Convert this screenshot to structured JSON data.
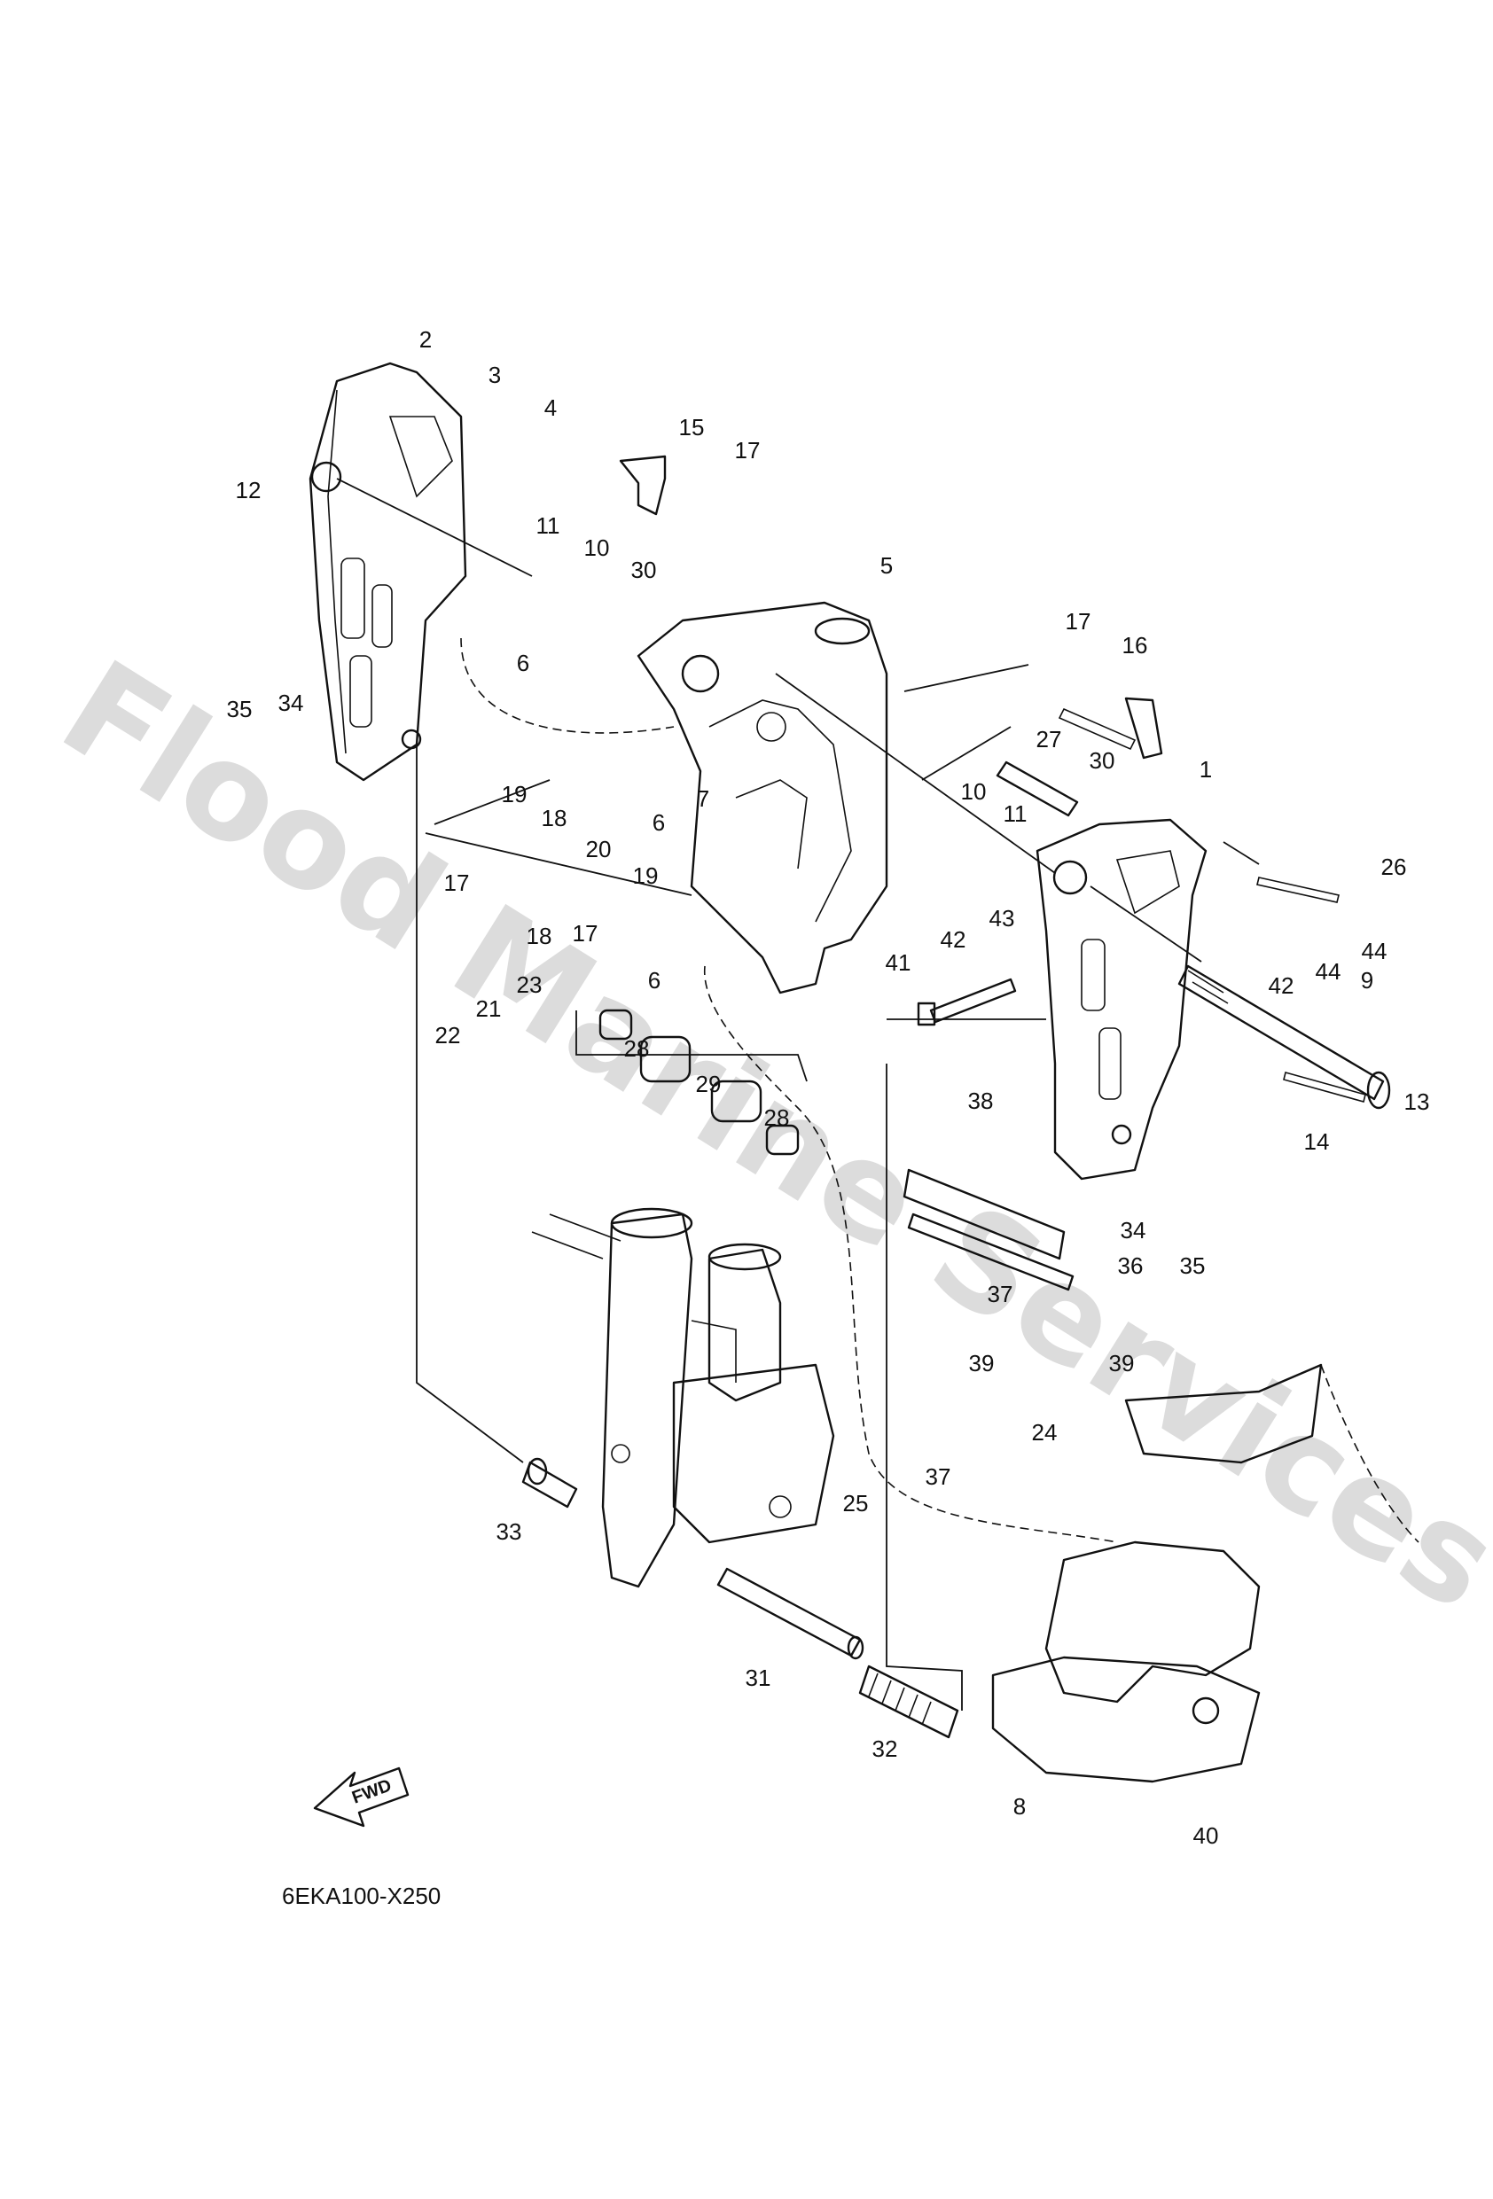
{
  "diagram": {
    "code": "6EKA100-X250",
    "fwd_label": "FWD",
    "watermark": "Flood Marine Services",
    "callouts": [
      {
        "id": "c1",
        "label": "1"
      },
      {
        "id": "c2",
        "label": "2"
      },
      {
        "id": "c3",
        "label": "3"
      },
      {
        "id": "c4",
        "label": "4"
      },
      {
        "id": "c5",
        "label": "5"
      },
      {
        "id": "c6a",
        "label": "6"
      },
      {
        "id": "c6b",
        "label": "6"
      },
      {
        "id": "c6c",
        "label": "6"
      },
      {
        "id": "c7",
        "label": "7"
      },
      {
        "id": "c8",
        "label": "8"
      },
      {
        "id": "c9",
        "label": "9"
      },
      {
        "id": "c10a",
        "label": "10"
      },
      {
        "id": "c10b",
        "label": "10"
      },
      {
        "id": "c11a",
        "label": "11"
      },
      {
        "id": "c11b",
        "label": "11"
      },
      {
        "id": "c12",
        "label": "12"
      },
      {
        "id": "c13",
        "label": "13"
      },
      {
        "id": "c14",
        "label": "14"
      },
      {
        "id": "c15",
        "label": "15"
      },
      {
        "id": "c16",
        "label": "16"
      },
      {
        "id": "c17a",
        "label": "17"
      },
      {
        "id": "c17b",
        "label": "17"
      },
      {
        "id": "c17c",
        "label": "17"
      },
      {
        "id": "c17d",
        "label": "17"
      },
      {
        "id": "c18a",
        "label": "18"
      },
      {
        "id": "c18b",
        "label": "18"
      },
      {
        "id": "c19a",
        "label": "19"
      },
      {
        "id": "c19b",
        "label": "19"
      },
      {
        "id": "c20",
        "label": "20"
      },
      {
        "id": "c21",
        "label": "21"
      },
      {
        "id": "c22",
        "label": "22"
      },
      {
        "id": "c23",
        "label": "23"
      },
      {
        "id": "c24",
        "label": "24"
      },
      {
        "id": "c25",
        "label": "25"
      },
      {
        "id": "c26",
        "label": "26"
      },
      {
        "id": "c27",
        "label": "27"
      },
      {
        "id": "c28a",
        "label": "28"
      },
      {
        "id": "c28b",
        "label": "28"
      },
      {
        "id": "c29",
        "label": "29"
      },
      {
        "id": "c30a",
        "label": "30"
      },
      {
        "id": "c30b",
        "label": "30"
      },
      {
        "id": "c31",
        "label": "31"
      },
      {
        "id": "c32",
        "label": "32"
      },
      {
        "id": "c33",
        "label": "33"
      },
      {
        "id": "c34a",
        "label": "34"
      },
      {
        "id": "c34b",
        "label": "34"
      },
      {
        "id": "c35a",
        "label": "35"
      },
      {
        "id": "c35b",
        "label": "35"
      },
      {
        "id": "c36",
        "label": "36"
      },
      {
        "id": "c37a",
        "label": "37"
      },
      {
        "id": "c37b",
        "label": "37"
      },
      {
        "id": "c38",
        "label": "38"
      },
      {
        "id": "c39a",
        "label": "39"
      },
      {
        "id": "c39b",
        "label": "39"
      },
      {
        "id": "c40",
        "label": "40"
      },
      {
        "id": "c41",
        "label": "41"
      },
      {
        "id": "c42a",
        "label": "42"
      },
      {
        "id": "c42b",
        "label": "42"
      },
      {
        "id": "c43",
        "label": "43"
      },
      {
        "id": "c44a",
        "label": "44"
      },
      {
        "id": "c44b",
        "label": "44"
      }
    ]
  }
}
